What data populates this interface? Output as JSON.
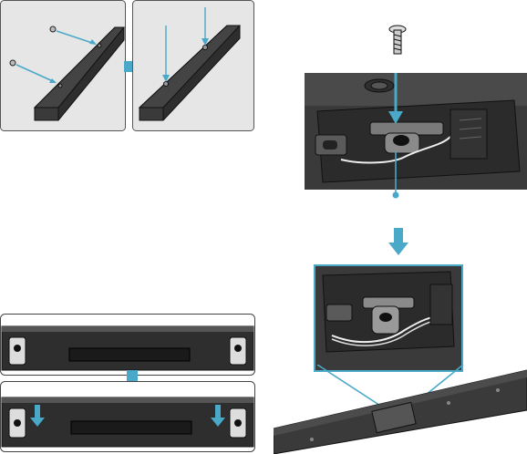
{
  "figure": {
    "steps": [
      {
        "id": "attach-screws",
        "panels": 2
      },
      {
        "id": "route-cable",
        "panels": 2
      },
      {
        "id": "hang-on-brackets",
        "panels": 2
      }
    ]
  },
  "icons": {
    "flow_arrow": "down-arrow-icon",
    "next_arrow": "right-arrow-icon",
    "screw": "screw-icon",
    "bracket": "wall-bracket-icon"
  },
  "colors": {
    "accent": "#4aa8c8",
    "dark": "#2b2b2b",
    "panel_bg": "#e6e6e6",
    "line": "#111111"
  }
}
